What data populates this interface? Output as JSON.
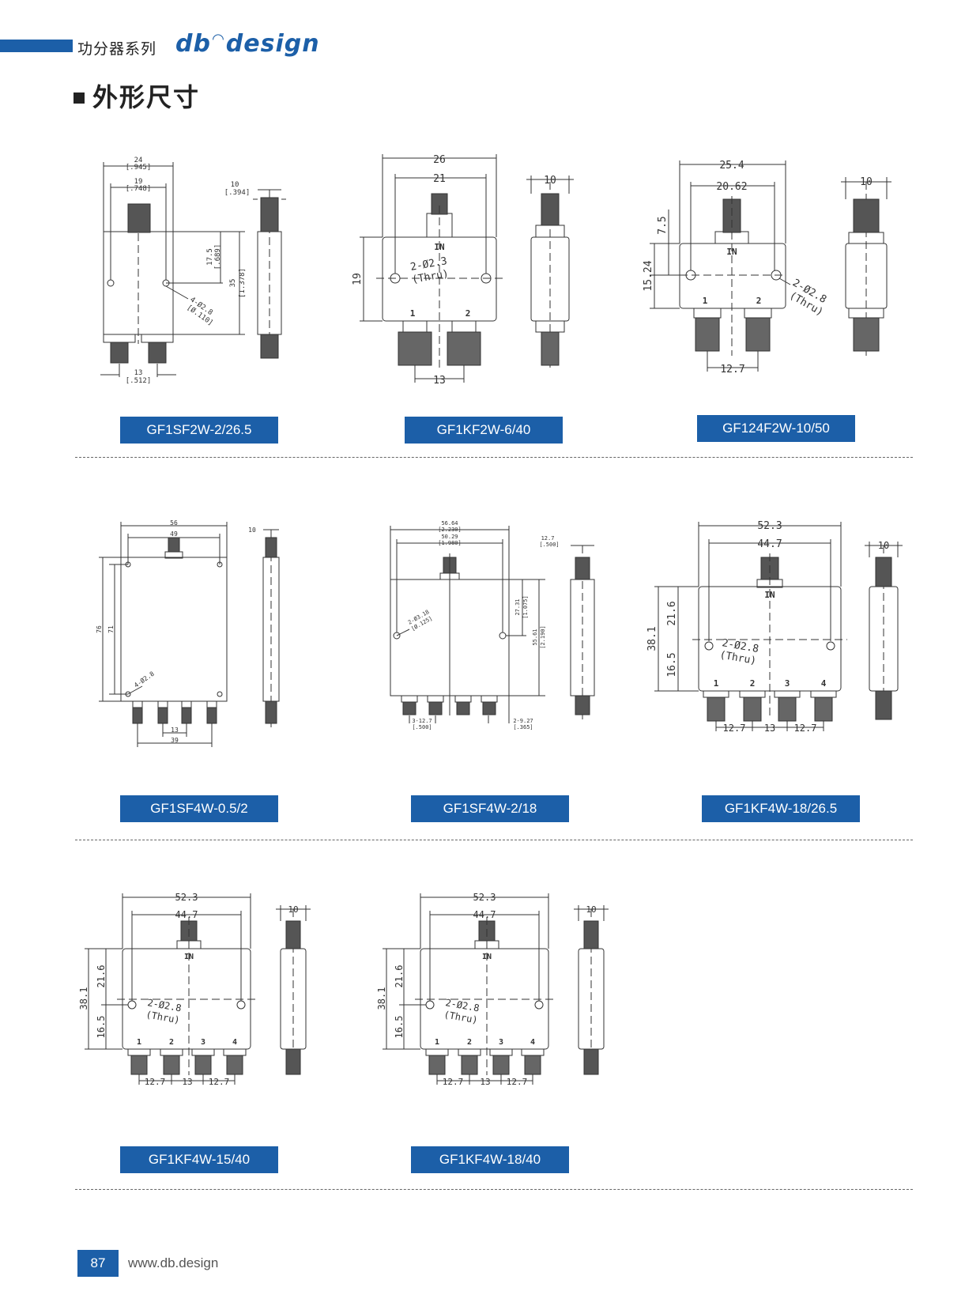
{
  "header": {
    "series": "功分器系列",
    "logo": "db design"
  },
  "section": {
    "title": "外形尺寸"
  },
  "models": [
    "GF1SF2W-2/26.5",
    "GF1KF2W-6/40",
    "GF124F2W-10/50",
    "GF1SF4W-0.5/2",
    "GF1SF4W-2/18",
    "GF1KF4W-18/26.5",
    "GF1KF4W-15/40",
    "GF1KF4W-18/40"
  ],
  "drawings": {
    "d1": {
      "w": "24",
      "w_in": "[.945]",
      "w2": "19",
      "w2_in": "[.748]",
      "t": "10",
      "t_in": "[.394]",
      "h1": "17.5",
      "h1_in": "[.689]",
      "h": "35",
      "h_in": "[1.378]",
      "hole": "4-Ø2.8",
      "hole_in": "[Ø.110]",
      "p": "13",
      "p_in": "[.512]"
    },
    "d2": {
      "w": "26",
      "w2": "21",
      "t": "10",
      "h": "19",
      "hole": "2-Ø2.3",
      "thru": "(Thru)",
      "in": "IN",
      "p1": "1",
      "p2": "2",
      "pitch": "13"
    },
    "d3": {
      "w": "25.4",
      "w2": "20.62",
      "t": "10",
      "h1": "7.5",
      "h": "15.24",
      "hole": "2-Ø2.8",
      "thru": "(Thru)",
      "in": "IN",
      "p1": "1",
      "p2": "2",
      "pitch": "12.7"
    },
    "d4": {
      "w": "56",
      "w2": "49",
      "t": "10",
      "h": "76",
      "h2": "71",
      "hole": "4-Ø2.8",
      "p": "13",
      "p3": "39"
    },
    "d5": {
      "w": "56.64",
      "w_in": "[2.230]",
      "w2": "50.29",
      "w2_in": "[1.980]",
      "t": "12.7",
      "t_in": "[.500]",
      "hole": "2-Ø3.18",
      "hole_in": "[Ø.125]",
      "h1": "27.31",
      "h1_in": "[1.075]",
      "h": "55.61",
      "h_in": "[2.190]",
      "p": "3-12.7",
      "p_in": "[.500]",
      "e": "2-9.27",
      "e_in": "[.365]"
    },
    "d6": {
      "w": "52.3",
      "w2": "44.7",
      "t": "10",
      "h": "38.1",
      "h1": "21.6",
      "h2": "16.5",
      "hole": "2-Ø2.8",
      "thru": "(Thru)",
      "in": "IN",
      "p1": "1",
      "p2": "2",
      "p3": "3",
      "p4": "4",
      "pa": "12.7",
      "pb": "13",
      "pc": "12.7"
    },
    "d7": {
      "w": "52.3",
      "w2": "44.7",
      "t": "10",
      "h": "38.1",
      "h1": "21.6",
      "h2": "16.5",
      "hole": "2-Ø2.8",
      "thru": "(Thru)",
      "in": "IN",
      "p1": "1",
      "p2": "2",
      "p3": "3",
      "p4": "4",
      "pa": "12.7",
      "pb": "13",
      "pc": "12.7"
    },
    "d8": {
      "w": "52.3",
      "w2": "44.7",
      "t": "10",
      "h": "38.1",
      "h1": "21.6",
      "h2": "16.5",
      "hole": "2-Ø2.8",
      "thru": "(Thru)",
      "in": "IN",
      "p1": "1",
      "p2": "2",
      "p3": "3",
      "p4": "4",
      "pa": "12.7",
      "pb": "13",
      "pc": "12.7"
    }
  },
  "footer": {
    "page": "87",
    "url": "www.db.design"
  }
}
